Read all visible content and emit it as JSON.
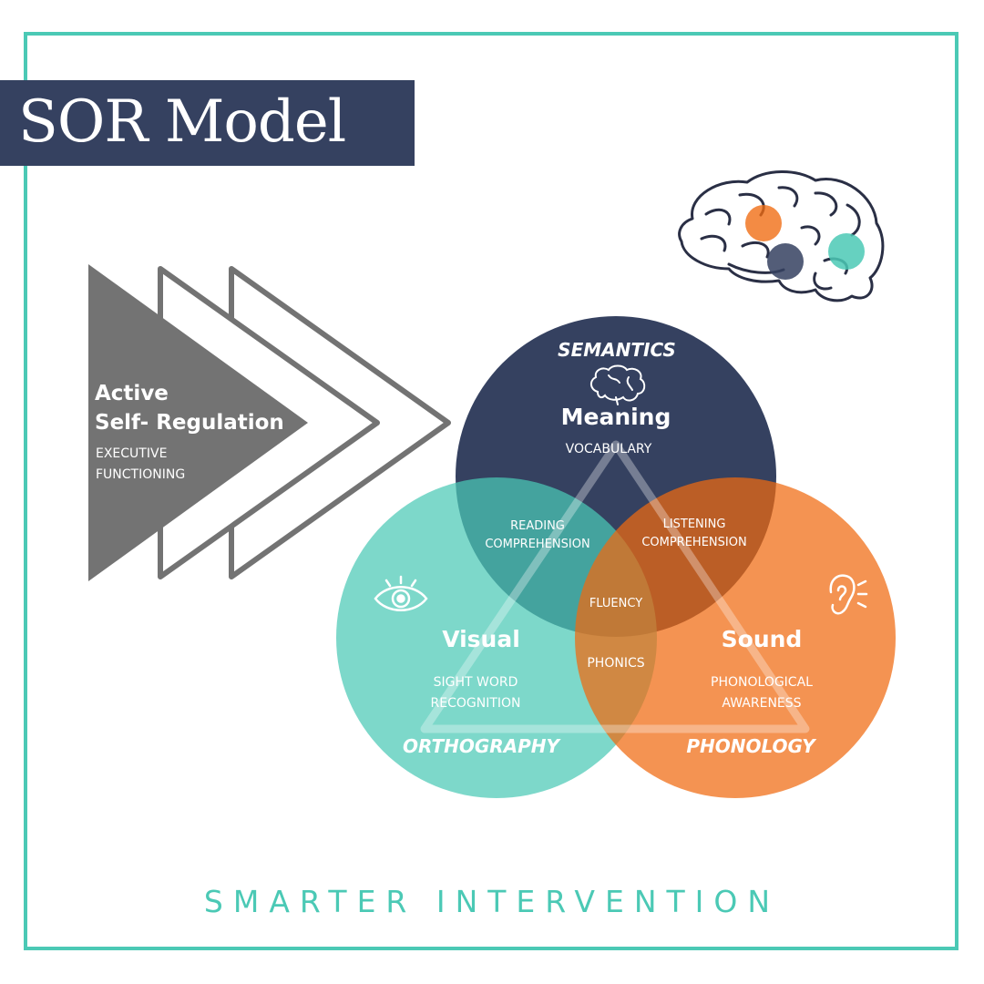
{
  "header": {
    "title": "SOR Model"
  },
  "footer": {
    "brand": "SMARTER INTERVENTION"
  },
  "arrows": {
    "heading_line1": "Active",
    "heading_line2": "Self- Regulation",
    "sub_line1": "EXECUTIVE",
    "sub_line2": "FUNCTIONING"
  },
  "semantics": {
    "category": "SEMANTICS",
    "title": "Meaning",
    "detail": "VOCABULARY",
    "icon": "brain-icon",
    "color": "#354160"
  },
  "orthography": {
    "category": "ORTHOGRAPHY",
    "title": "Visual",
    "detail_line1": "SIGHT WORD",
    "detail_line2": "RECOGNITION",
    "icon": "eye-icon",
    "color": "#4bc9b5"
  },
  "phonology": {
    "category": "PHONOLOGY",
    "title": "Sound",
    "detail_line1": "PHONOLOGICAL",
    "detail_line2": "AWARENESS",
    "icon": "ear-icon",
    "color": "#f06a0f"
  },
  "overlaps": {
    "reading_line1": "READING",
    "reading_line2": "COMPREHENSION",
    "listening_line1": "LISTENING",
    "listening_line2": "COMPREHENSION",
    "fluency": "FLUENCY",
    "phonics": "PHONICS"
  },
  "colors": {
    "frame": "#4bc9b5",
    "title_bar": "#354160",
    "arrow_grey": "#737373"
  }
}
